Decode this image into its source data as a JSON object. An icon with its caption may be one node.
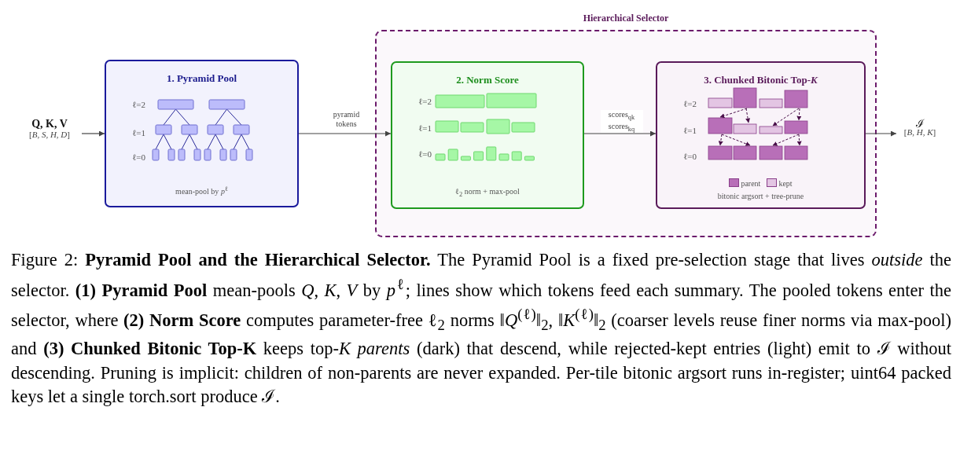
{
  "diagram": {
    "caption": "Figure 2: **Pyramid Pool and the Hierarchical Selector.** The Pyramid Pool is a fixed pre-selection stage that lives *outside* the selector. **(1) Pyramid Pool** mean-pools *Q*, *K*, *V* by *p*$^{ℓ}$; lines show which tokens feed each summary. The pooled tokens enter the selector, where **(2) Norm Score** computes parameter-free ℓ$_{2}$ norms ‖*Q*$^{(ℓ)}$‖$_{2}$, ‖*K*$^{(ℓ)}$‖$_{2}$ (coarser levels reuse finer norms via max-pool) and **(3) Chunked Bitonic Top-K** keeps top-*K* *parents* (dark) that descend, while rejected-kept entries (light) emit to ℐ without descending. Pruning is implicit: children of non-parents are never expanded. Per-tile bitonic argsort runs in-register; uint64 packed keys let a single torch.sort produce ℐ.",
    "nodes": [
      {
        "text": [
          "Q, K, V",
          "[*B*, *S*, *H*, *D*]"
        ]
      },
      {
        "text": [
          "1. Pyramid Pool",
          "mean-pool by *p*$^{ℓ}$"
        ]
      },
      {
        "text": [
          "Hierarchical Selector"
        ]
      },
      {
        "text": [
          "2. Norm Score",
          "ℓ$_{2}$ norm + max-pool"
        ],
        "in": 2
      },
      {
        "text": [
          "3. Chunked Bitonic Top-*K*",
          "bitonic argsort + tree-prune"
        ],
        "in": 2
      },
      {
        "text": [
          "ℐ",
          "[*B*, *H*, *K*]"
        ]
      }
    ],
    "edges": [
      {
        "from": 0,
        "to": 1,
        "arrow": "to"
      },
      {
        "from": 1,
        "to": 3,
        "arrow": "to",
        "label": "pyramid tokens"
      },
      {
        "from": 3,
        "to": 4,
        "arrow": "to",
        "label": "scores$_{qk}$ scores$_{kq}$"
      },
      {
        "from": 4,
        "to": 5,
        "arrow": "to"
      }
    ],
    "labels": [
      "ℓ=2",
      "ℓ=1",
      "ℓ=0",
      "ℓ=2",
      "ℓ=1",
      "ℓ=0",
      "ℓ=2",
      "ℓ=1",
      "ℓ=0"
    ],
    "legend": [
      {
        "text": "parent",
        "color": "#b86fb8"
      },
      {
        "text": "kept",
        "color": "#e3c5e3"
      }
    ]
  }
}
